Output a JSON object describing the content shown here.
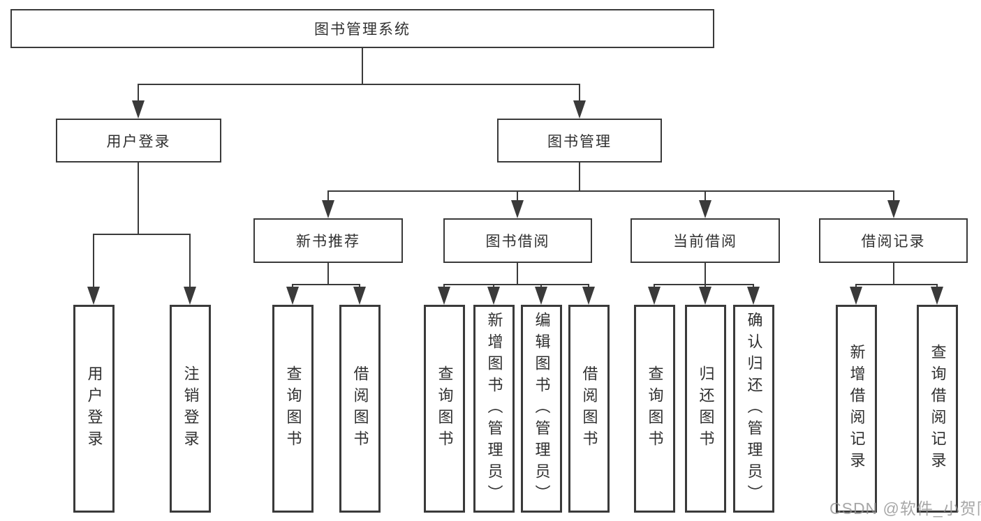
{
  "diagram": {
    "root": {
      "label": "图书管理系统"
    },
    "branches": [
      {
        "label": "用户登录",
        "children": [
          {
            "label": "用户登录"
          },
          {
            "label": "注销登录"
          }
        ]
      },
      {
        "label": "图书管理",
        "children": [
          {
            "label": "新书推荐",
            "children": [
              {
                "label": "查询图书"
              },
              {
                "label": "借阅图书"
              }
            ]
          },
          {
            "label": "图书借阅",
            "children": [
              {
                "label": "查询图书"
              },
              {
                "label": "新增图书（管理员）"
              },
              {
                "label": "编辑图书（管理员）"
              },
              {
                "label": "借阅图书"
              }
            ]
          },
          {
            "label": "当前借阅",
            "children": [
              {
                "label": "查询图书"
              },
              {
                "label": "归还图书"
              },
              {
                "label": "确认归还（管理员）"
              }
            ]
          },
          {
            "label": "借阅记录",
            "children": [
              {
                "label": "新增借阅记录"
              },
              {
                "label": "查询借阅记录"
              }
            ]
          }
        ]
      }
    ]
  },
  "watermark": {
    "text": "CSDN @软件_小贺同学"
  },
  "colors": {
    "line": "#3a3a3a",
    "text": "#303030",
    "background": "#ffffff",
    "watermark": "#919191"
  }
}
